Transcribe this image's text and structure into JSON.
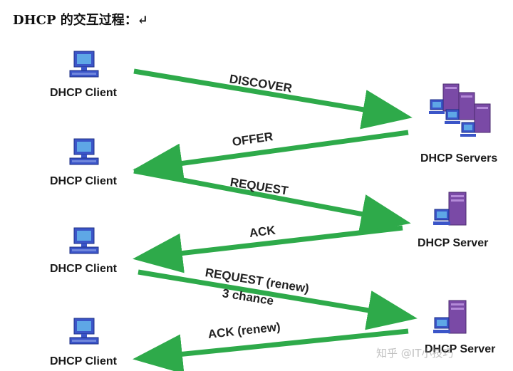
{
  "title": "DHCP 的交互过程：↵",
  "colors": {
    "arrow": "#2eaa4a",
    "monitor": "#3b55c8",
    "server": "#7a4aa6"
  },
  "nodes": {
    "client1": {
      "label": "DHCP Client",
      "icon": "computer-icon"
    },
    "client2": {
      "label": "DHCP Client",
      "icon": "computer-icon"
    },
    "client3": {
      "label": "DHCP Client",
      "icon": "computer-icon"
    },
    "client4": {
      "label": "DHCP Client",
      "icon": "computer-icon"
    },
    "server_group": {
      "label": "DHCP Servers",
      "icon": "server-cluster-icon"
    },
    "server1": {
      "label": "DHCP Server",
      "icon": "server-icon"
    },
    "server2": {
      "label": "DHCP Server",
      "icon": "server-icon"
    }
  },
  "messages": [
    {
      "label": "DISCOVER",
      "from": "client1",
      "to": "server_group"
    },
    {
      "label": "OFFER",
      "from": "server_group",
      "to": "client2"
    },
    {
      "label": "REQUEST",
      "from": "client2",
      "to": "server1"
    },
    {
      "label": "ACK",
      "from": "server1",
      "to": "client3"
    },
    {
      "label": "REQUEST (renew)",
      "sublabel": "3 chance",
      "from": "client3",
      "to": "server2"
    },
    {
      "label": "ACK (renew)",
      "from": "server2",
      "to": "client4"
    }
  ],
  "watermark": "知乎 @IT小技巧"
}
